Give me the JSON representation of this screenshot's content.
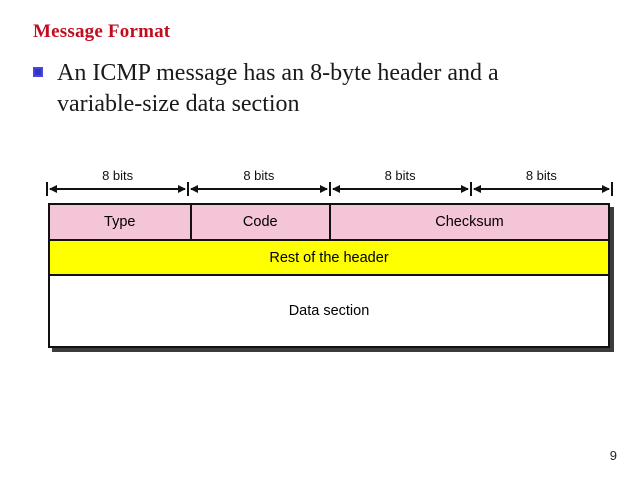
{
  "slide": {
    "title": "Message Format",
    "bullet": {
      "line1": "An ICMP message has an 8-byte header and a",
      "line2": "variable-size data section"
    },
    "page_number": "9"
  },
  "diagram": {
    "bit_labels": [
      "8 bits",
      "8 bits",
      "8 bits",
      "8 bits"
    ],
    "rows": {
      "header_fields": [
        "Type",
        "Code",
        "Checksum"
      ],
      "rest_of_header": "Rest of the header",
      "data_section": "Data section"
    },
    "colors": {
      "field_row_pink": "#F4C4D7",
      "rest_row_yellow": "#FFFF00",
      "data_row_white": "#FFFFFF",
      "border_black": "#111111",
      "shadow_gray": "#3C3C3C"
    }
  },
  "colors": {
    "title_red": "#C00E20",
    "body_text": "#1A1A1A",
    "bullet_marker_blue": "#3333CC",
    "background": "#FFFFFF"
  }
}
